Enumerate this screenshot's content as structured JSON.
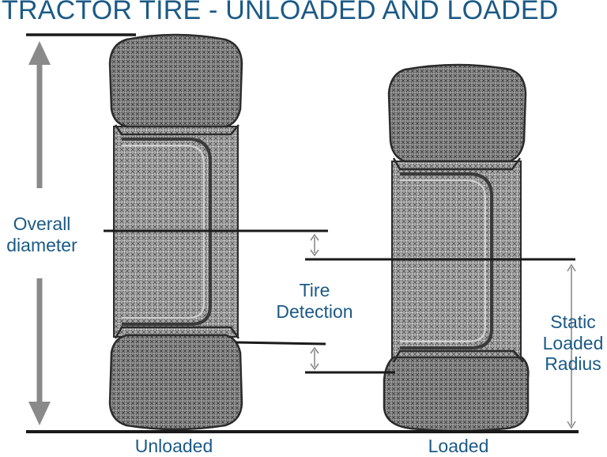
{
  "title": "TRACTOR TIRE - UNLOADED AND LOADED",
  "labels": {
    "overall_line1": "Overall",
    "overall_line2": "diameter",
    "tire_line1": "Tire",
    "tire_line2": "Detection",
    "static_line1": "Static",
    "static_line2": "Loaded",
    "static_line3": "Radius",
    "unloaded": "Unloaded",
    "loaded": "Loaded"
  },
  "colors": {
    "title_text": "#1b5a86",
    "arrow_gray": "#8a8a8a",
    "line_black": "#1a1a1a",
    "tire_fill": "#9a9a9a",
    "tire_outline": "#2b2b2b"
  },
  "icons": [
    "double-arrow-icon"
  ]
}
